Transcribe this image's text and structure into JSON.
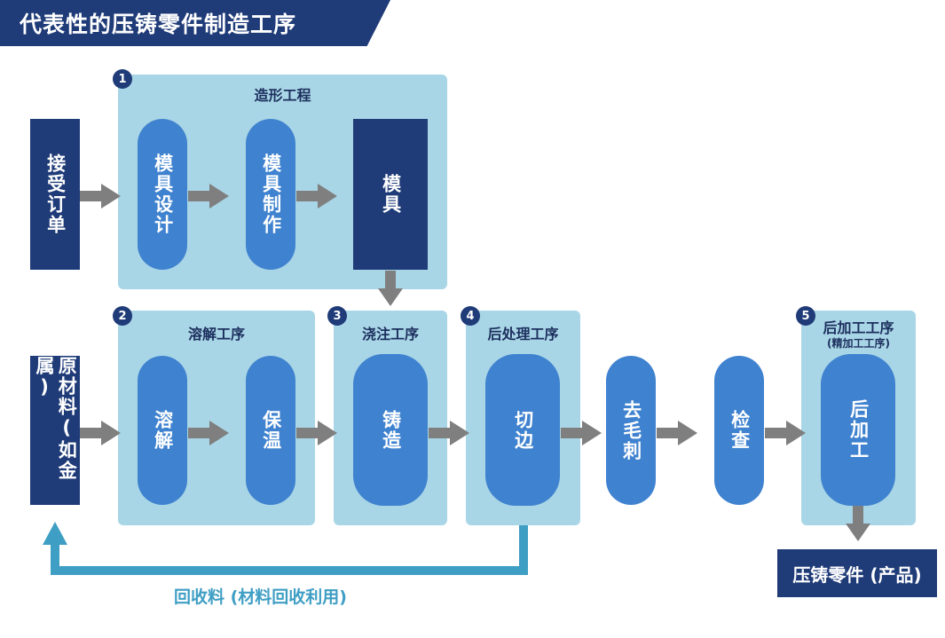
{
  "title": "代表性的压铸零件制造工序",
  "colors": {
    "navy": "#1f3b78",
    "pill_blue": "#3f82cf",
    "group_bg": "#a9d6e6",
    "arrow_gray": "#7f7f7f",
    "recycle_blue": "#3f9ec4"
  },
  "start": {
    "order": "接受订单",
    "material": "原材料(如金属)"
  },
  "groups": [
    {
      "number": "1",
      "title": "造形工程",
      "subtitle": ""
    },
    {
      "number": "2",
      "title": "溶解工序",
      "subtitle": ""
    },
    {
      "number": "3",
      "title": "浇注工序",
      "subtitle": ""
    },
    {
      "number": "4",
      "title": "后处理工序",
      "subtitle": ""
    },
    {
      "number": "5",
      "title": "后加工工序",
      "subtitle": "(精加工工序)"
    }
  ],
  "steps": {
    "mold_design": "模具设计",
    "mold_making": "模具制作",
    "mold": "模具",
    "melting": "溶解",
    "holding": "保温",
    "casting": "铸造",
    "trimming": "切边",
    "deburring": "去毛刺",
    "inspection": "检查",
    "post_processing": "后加工"
  },
  "product": "压铸零件 (产品)",
  "recycle_label": "回收料 (材料回收利用)"
}
